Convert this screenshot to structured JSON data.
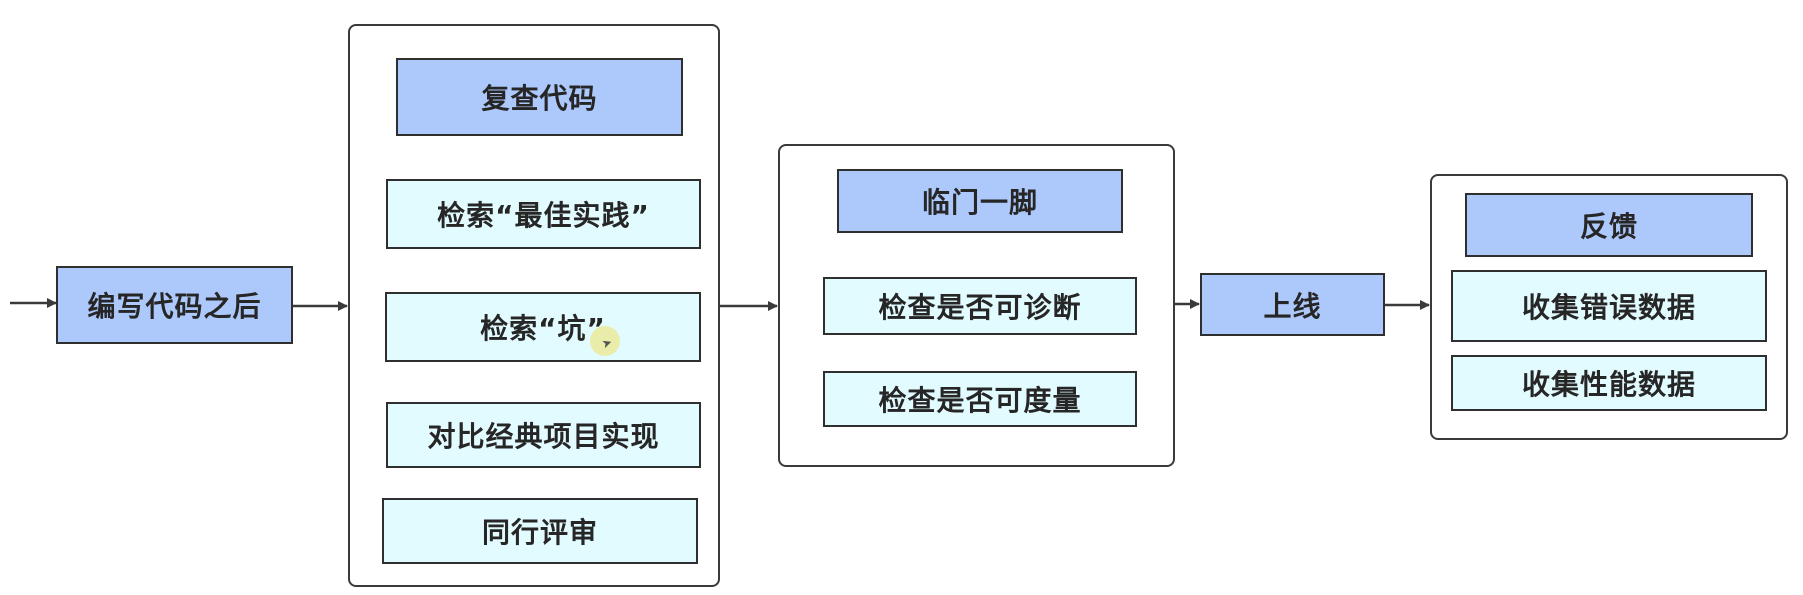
{
  "colors": {
    "header_fill": "#adc8fb",
    "item_fill": "#e2fbff",
    "border": "#2f2f2f",
    "arrow": "#3a3a3a"
  },
  "nodes": {
    "after_coding": "编写代码之后",
    "review": {
      "title": "复查代码",
      "items": [
        "检索“最佳实践”",
        "检索“坑”",
        "对比经典项目实现",
        "同行评审"
      ]
    },
    "last_minute": {
      "title": "临门一脚",
      "items": [
        "检查是否可诊断",
        "检查是否可度量"
      ]
    },
    "launch": "上线",
    "feedback": {
      "title": "反馈",
      "items": [
        "收集错误数据",
        "收集性能数据"
      ]
    }
  }
}
